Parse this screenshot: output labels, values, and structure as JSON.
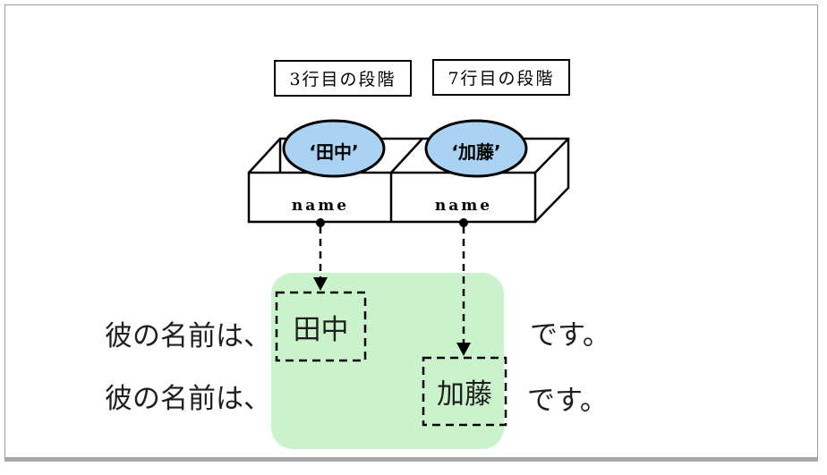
{
  "stage_labels": {
    "left": "3行目の段階",
    "right": "7行目の段階"
  },
  "variable_box": {
    "slots": [
      {
        "name": "name",
        "value": "‘田中’"
      },
      {
        "name": "name",
        "value": "‘加藤’"
      }
    ]
  },
  "sentences": {
    "line1": {
      "prefix": "彼の名前は、",
      "value": "田中",
      "suffix": "です。"
    },
    "line2": {
      "prefix": "彼の名前は、",
      "value": "加藤",
      "suffix": "です。"
    }
  },
  "colors": {
    "ellipse_fill": "#a9d2f3",
    "highlight_green": "#cbf3cb",
    "line_black": "#000000",
    "frame_gray": "#a8a8a8"
  }
}
